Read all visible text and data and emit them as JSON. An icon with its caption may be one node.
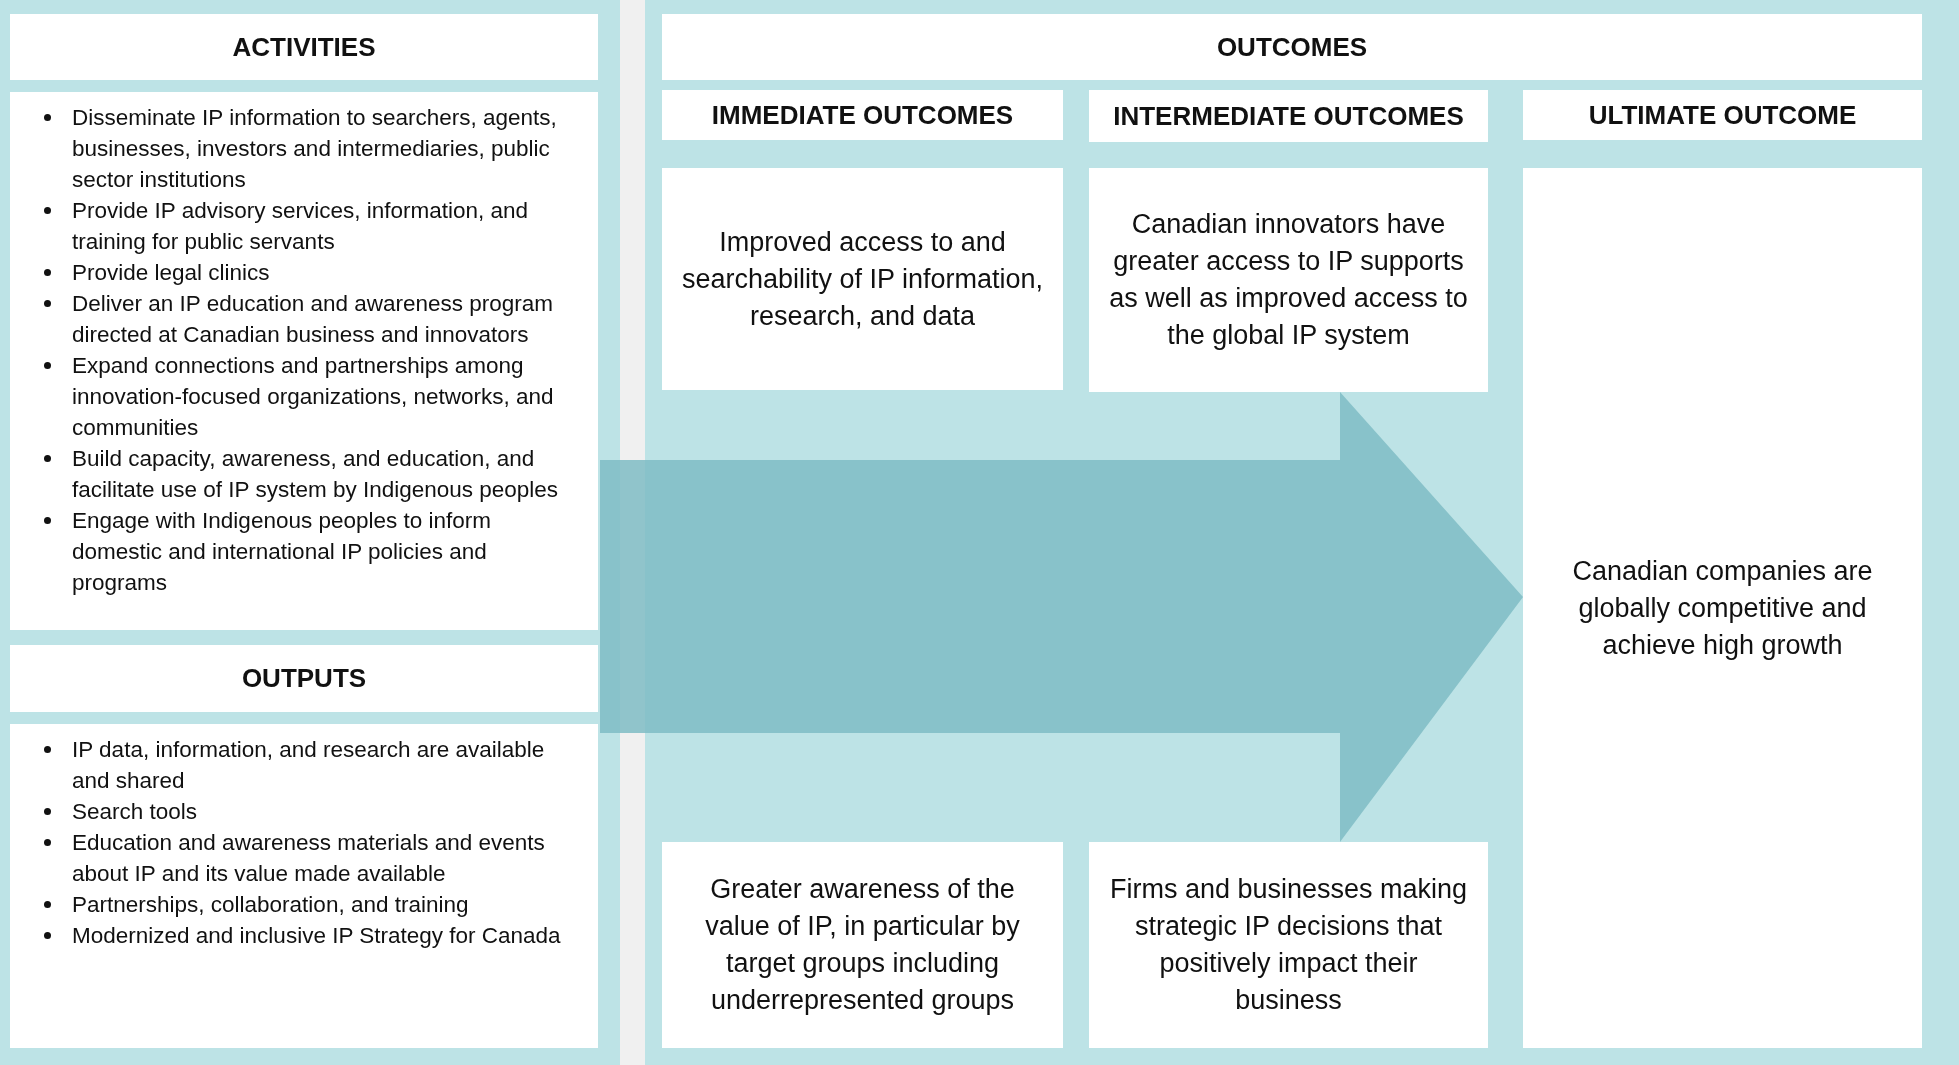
{
  "diagram": {
    "nodes": [
      {
        "text": [
          "ACTIVITIES",
          "Disseminate IP information to searchers, agents, businesses, investors and intermediaries, public sector institutions",
          "Provide IP advisory services, information, and training for public servants",
          "Provide legal clinics",
          "Deliver an IP education and awareness program directed at Canadian business and innovators",
          "Expand connections and partnerships among innovation-focused organizations, networks, and communities",
          "Build capacity, awareness, and education, and facilitate use of IP system by Indigenous peoples",
          "Engage with Indigenous peoples to inform domestic and international IP policies and programs"
        ]
      },
      {
        "text": [
          "OUTPUTS",
          "IP data, information, and research are available and shared",
          "Search tools",
          "Education and awareness materials and events about IP and its value made available",
          "Partnerships, collaboration, and training",
          "Modernized and inclusive IP Strategy for Canada"
        ]
      },
      {
        "text": [
          "OUTCOMES"
        ]
      },
      {
        "text": [
          "IMMEDIATE OUTCOMES"
        ],
        "in": 2
      },
      {
        "text": [
          "Improved access to and searchability of IP information, research, and data"
        ],
        "in": 2
      },
      {
        "text": [
          "Greater awareness of the value of IP, in particular by target groups including underrepresented groups"
        ],
        "in": 2
      },
      {
        "text": [
          "INTERMEDIATE OUTCOMES"
        ],
        "in": 2
      },
      {
        "text": [
          "Canadian innovators have greater access to IP supports as well as improved access to the global IP system"
        ],
        "in": 2
      },
      {
        "text": [
          "Firms and businesses making strategic IP decisions that positively impact their business"
        ],
        "in": 2
      },
      {
        "text": [
          "ULTIMATE OUTCOME"
        ],
        "in": 2
      },
      {
        "text": [
          "Canadian companies are globally competitive and achieve high growth"
        ],
        "in": 2
      }
    ],
    "edges": [
      {
        "from": null,
        "to": 10,
        "arrow": "to"
      }
    ]
  }
}
